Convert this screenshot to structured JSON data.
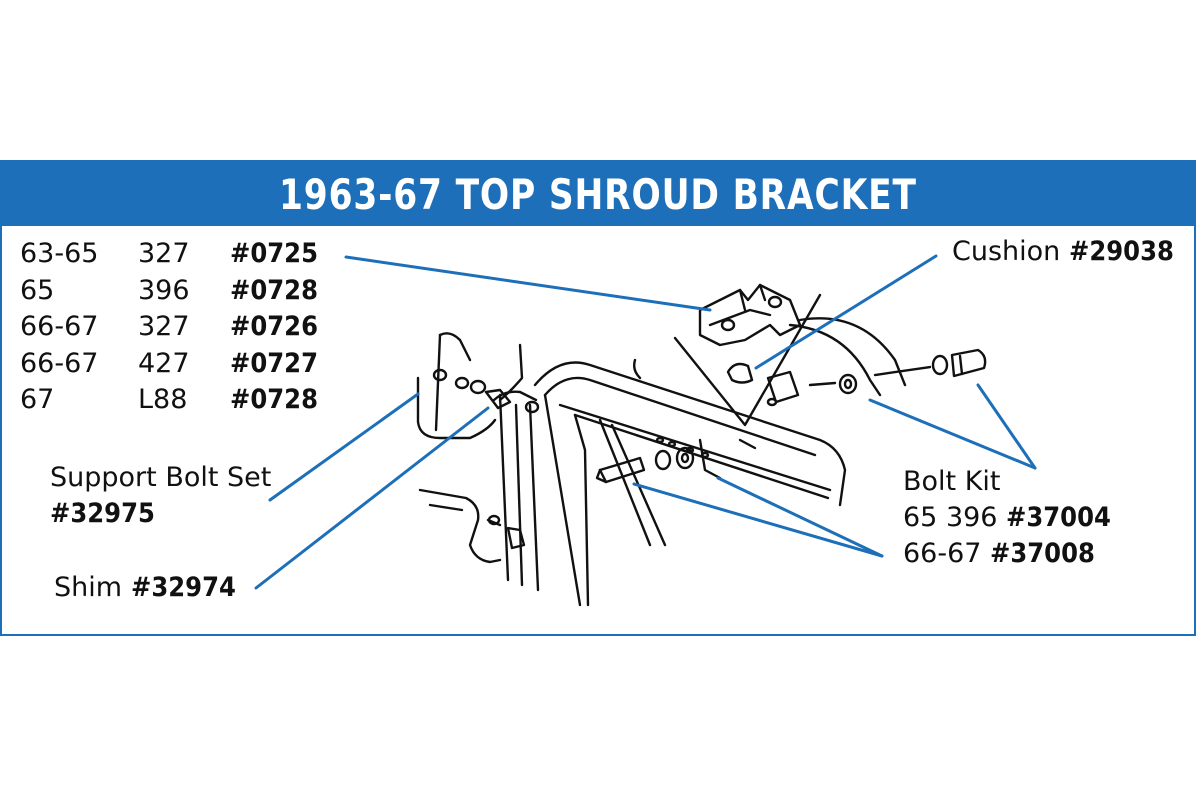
{
  "title": "1963-67 TOP SHROUD BRACKET",
  "applications": [
    {
      "years": "63-65",
      "engine": "327",
      "part": "#0725"
    },
    {
      "years": "65",
      "engine": "396",
      "part": "#0728"
    },
    {
      "years": "66-67",
      "engine": "327",
      "part": "#0726"
    },
    {
      "years": "66-67",
      "engine": "427",
      "part": "#0727"
    },
    {
      "years": "67",
      "engine": "L88",
      "part": "#0728"
    }
  ],
  "callouts": {
    "cushion": {
      "label": "Cushion",
      "part": "#29038"
    },
    "support_bolt": {
      "label": "Support Bolt Set",
      "part": "#32975"
    },
    "shim": {
      "label": "Shim",
      "part": "#32974"
    },
    "bolt_kit": {
      "label": "Bolt Kit",
      "line1_prefix": "65 396",
      "line1_part": "#37004",
      "line2_prefix": "66-67",
      "line2_part": "#37008"
    }
  },
  "colors": {
    "accent": "#1c6fb8",
    "ink": "#111111"
  }
}
